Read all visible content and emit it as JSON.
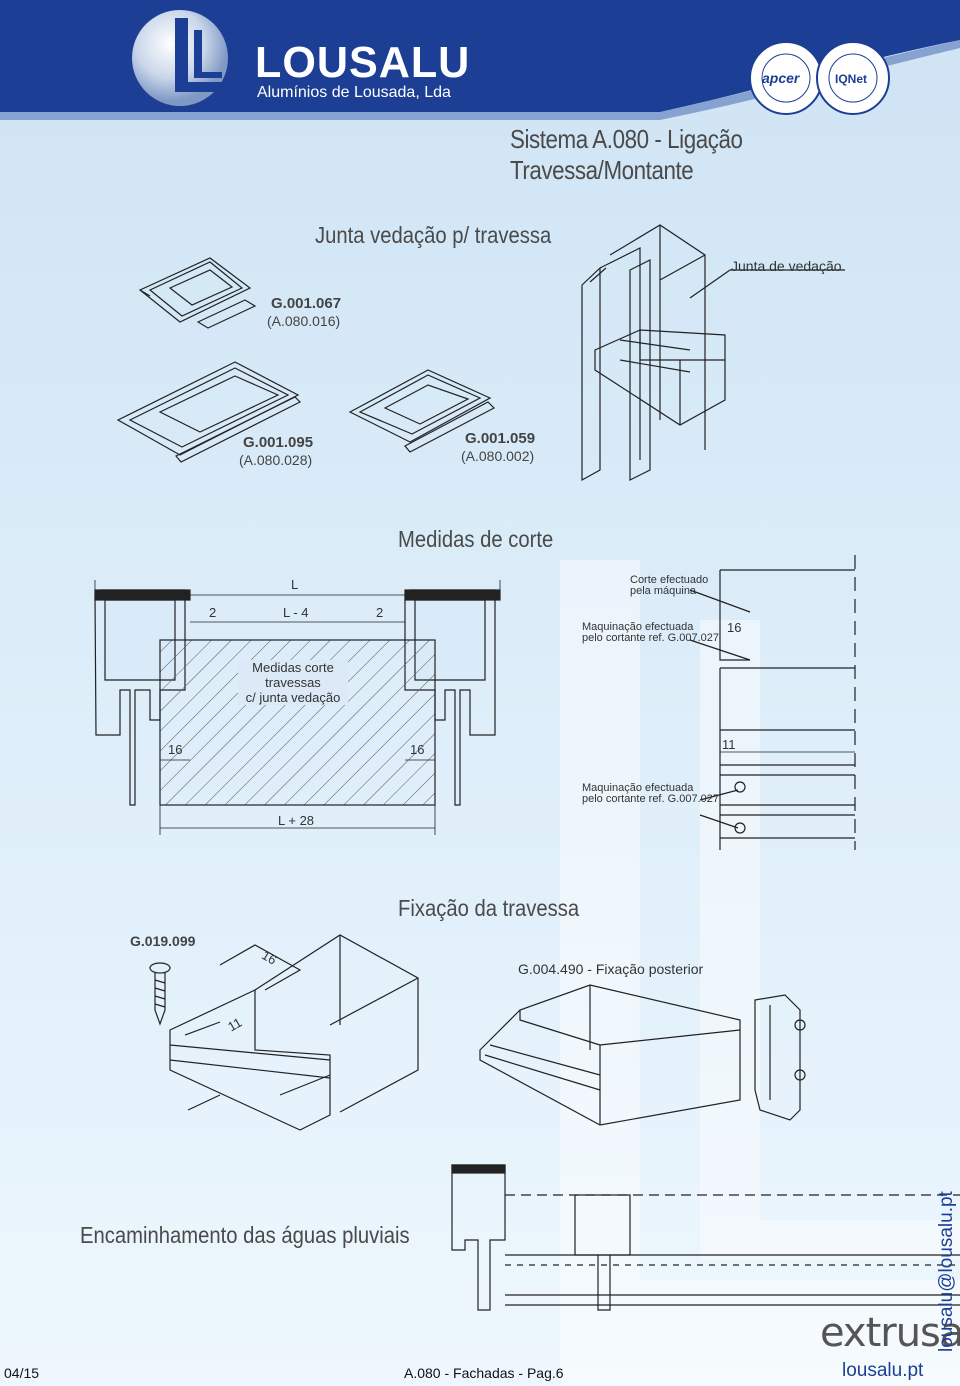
{
  "header": {
    "brand": "LOUSALU",
    "tagline": "Alumínios de Lousada, Lda",
    "cert_apcer": "apcer",
    "cert_iqnet": "IQNet"
  },
  "page_title": "Sistema A.080 - Ligação Travessa/Montante",
  "section_junta": {
    "title": "Junta vedação p/ travessa",
    "callout": "Junta de vedação",
    "parts": [
      {
        "code": "G.001.067",
        "ref": "(A.080.016)"
      },
      {
        "code": "G.001.095",
        "ref": "(A.080.028)"
      },
      {
        "code": "G.001.059",
        "ref": "(A.080.002)"
      }
    ]
  },
  "section_medidas": {
    "title": "Medidas de corte",
    "dims": {
      "L": "L",
      "L_minus_4": "L - 4",
      "two_left": "2",
      "two_right": "2",
      "sixteen_left": "16",
      "sixteen_right": "16",
      "L_plus_28": "L + 28",
      "sixteen_side": "16",
      "eleven_side": "11"
    },
    "hatch_label": [
      "Medidas corte",
      "travessas",
      "c/ junta vedação"
    ],
    "notes": {
      "corte_1": "Corte efectuado",
      "corte_2": "pela máquina",
      "maq1_1": "Maquinação efectuada",
      "maq1_2": "pelo cortante ref. G.007.027",
      "maq2_1": "Maquinação efectuada",
      "maq2_2": "pelo cortante ref. G.007.027"
    }
  },
  "section_fixacao": {
    "title": "Fixação da travessa",
    "screw_code": "G.019.099",
    "dim_16": "16",
    "dim_11": "11",
    "posterior": "G.004.490 - Fixação posterior"
  },
  "section_aguas": {
    "title": "Encaminhamento das águas pluviais"
  },
  "footer": {
    "date": "04/15",
    "page_ref": "A.080 - Fachadas - Pag.6",
    "website": "lousalu.pt",
    "email": "lousalu@lousalu.pt",
    "brand2": "extrusal"
  },
  "colors": {
    "header_blue": "#1c3f95",
    "background": "#d9ebf8",
    "line": "#222222"
  }
}
